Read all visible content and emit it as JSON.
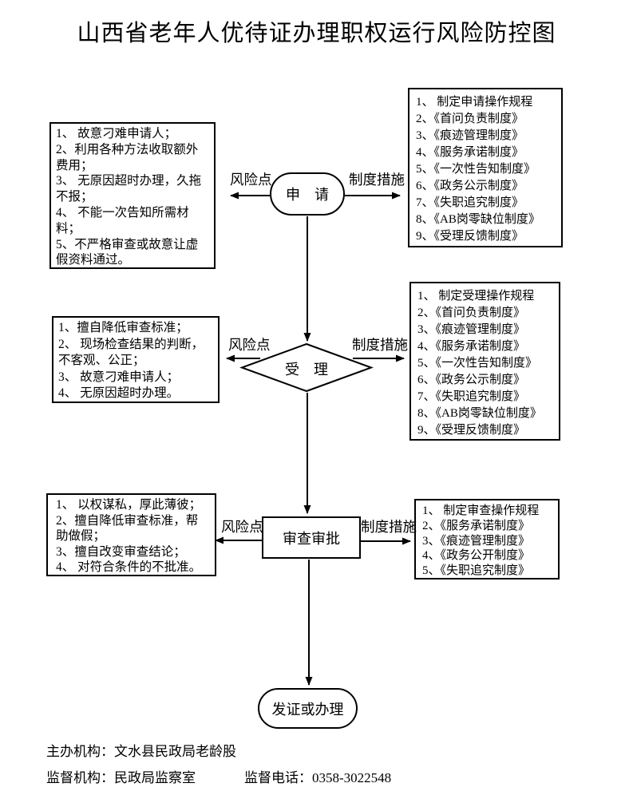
{
  "title": "山西省老年人优待证办理职权运行风险防控图",
  "labels": {
    "risk": "风险点",
    "measure": "制度措施"
  },
  "nodes": {
    "apply": "申　请",
    "accept": "受　理",
    "review": "审查审批",
    "issue": "发证或办理"
  },
  "risk_boxes": {
    "apply": [
      "1、  故意刁难申请人；",
      "2、利用各种方法收取额外费用；",
      "3、 无原因超时办理，久拖不报；",
      "4、  不能一次告知所需材料；",
      "5、不严格审查或故意让虚假资料通过。"
    ],
    "accept": [
      "1、擅自降低审查标准；",
      "2、 现场检查结果的判断，不客观、公正；",
      "3、 故意刁难申请人；",
      "4、 无原因超时办理。"
    ],
    "review": [
      "1、 以权谋私，厚此薄彼；",
      "2、擅自降低审查标准，帮助做假；",
      "3、擅自改变审查结论；",
      "4、 对符合条件的不批准。"
    ]
  },
  "measure_boxes": {
    "apply": [
      "1、 制定申请操作规程",
      "2、《首问负责制度》",
      "3、《痕迹管理制度》",
      "4、《服务承诺制度》",
      "5、《一次性告知制度》",
      "6、《政务公示制度》",
      "7、《失职追究制度》",
      "8、《AB岗零缺位制度》",
      "9、《受理反馈制度》"
    ],
    "accept": [
      "1、 制定受理操作规程",
      "2、《首问负责制度》",
      "3、《痕迹管理制度》",
      "4、《服务承诺制度》",
      "5、《一次性告知制度》",
      "6、《政务公示制度》",
      "7、《失职追究制度》",
      "8、《AB岗零缺位制度》",
      "9、《受理反馈制度》"
    ],
    "review": [
      "1、 制定审查操作规程",
      "2、《服务承诺制度》",
      "3、《痕迹管理制度》",
      "4、《政务公开制度》",
      "5、《失职追究制度》"
    ]
  },
  "footer": {
    "organizer_label": "主办机构：",
    "organizer": "文水县民政局老龄股",
    "supervisor_label": "监督机构：",
    "supervisor": "民政局监察室",
    "phone_label": "监督电话：",
    "phone": "0358-3022548"
  },
  "colors": {
    "ink": "#000000",
    "background": "#ffffff"
  }
}
